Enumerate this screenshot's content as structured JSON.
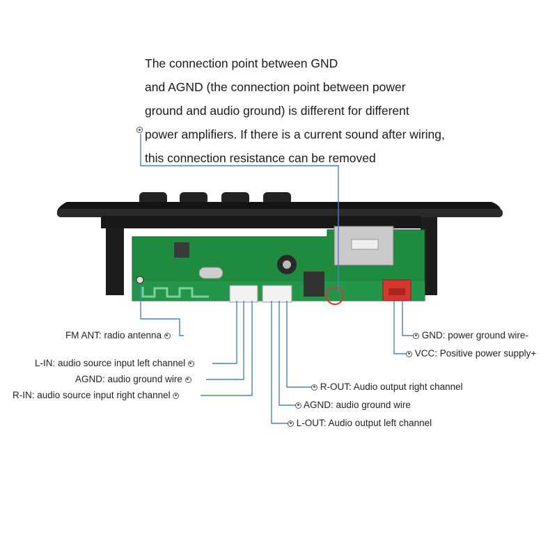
{
  "note": {
    "lines": [
      "The connection point between GND",
      "and AGND (the connection point between power",
      "ground and audio ground) is different for different",
      "power amplifiers. If there is a current sound after wiring,",
      "this connection resistance can be removed"
    ]
  },
  "labels": {
    "fm_ant": "FM ANT: radio antenna",
    "l_in": "L-IN: audio source input left channel",
    "agnd_left": "AGND: audio ground wire",
    "r_in": "R-IN: audio source input right channel",
    "r_out": "R-OUT: Audio output right channel",
    "agnd_right": "AGND: audio ground wire",
    "l_out": "L-OUT: Audio output left channel",
    "gnd": "GND: power ground wire-",
    "vcc": "VCC: Positive power supply+"
  },
  "colors": {
    "leader_line": "#4a7fd0",
    "pcb_green": "#1e8a3c",
    "bezel_black": "#1a1a1a",
    "connector_red": "#d8362c"
  }
}
